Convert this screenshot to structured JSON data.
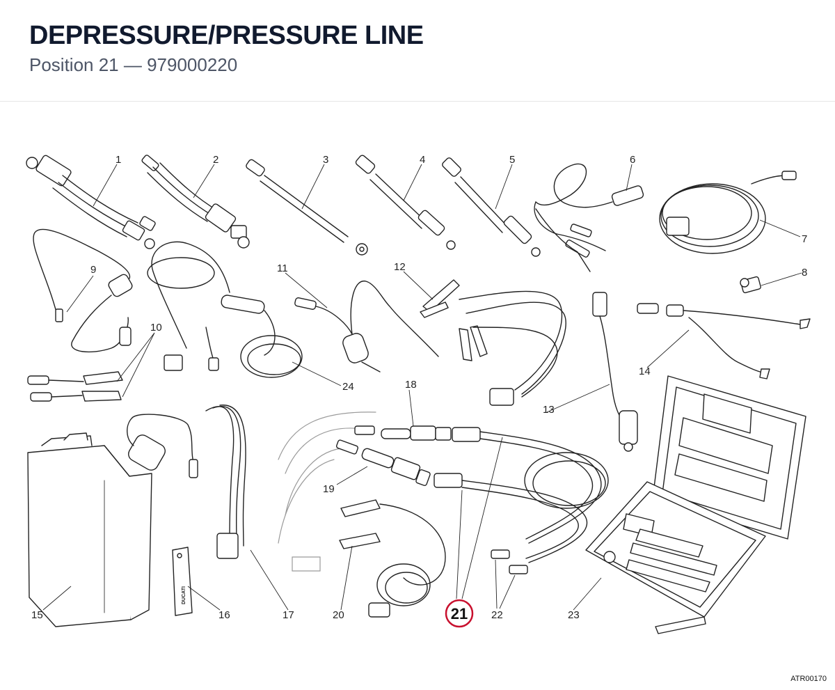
{
  "header": {
    "title": "DEPRESSURE/PRESSURE LINE",
    "subtitle": "Position 21  —  979000220"
  },
  "diagram": {
    "callouts": [
      "1",
      "2",
      "3",
      "4",
      "5",
      "6",
      "7",
      "8",
      "9",
      "10",
      "11",
      "12",
      "13",
      "14",
      "15",
      "16",
      "17",
      "18",
      "19",
      "20",
      "21",
      "22",
      "23",
      "24"
    ],
    "highlighted": "21",
    "highlight_color": "#c8102e",
    "label_16_text": "DUCATI"
  },
  "drawing_code": "ATR00170"
}
